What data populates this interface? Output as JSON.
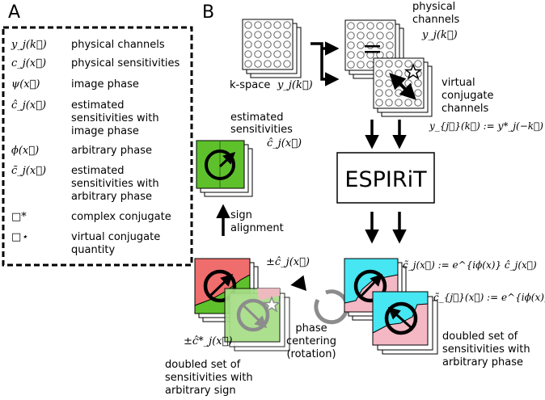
{
  "panel_a": {
    "letter": "A",
    "legend": [
      {
        "symbol": "y_j(k⃗)",
        "description": [
          "physical channels"
        ]
      },
      {
        "symbol": "c_j(x⃗)",
        "description": [
          "physical sensitivities"
        ]
      },
      {
        "symbol": "ψ(x⃗)",
        "description": [
          "image phase"
        ]
      },
      {
        "symbol": "ĉ_j(x⃗)",
        "description": [
          "estimated",
          "sensitivities with",
          "image phase"
        ]
      },
      {
        "symbol": "ϕ(x⃗)",
        "description": [
          "arbitrary phase"
        ]
      },
      {
        "symbol": "c̃_j(x⃗)",
        "description": [
          "estimated",
          "sensitivities with",
          "arbitrary phase"
        ]
      },
      {
        "symbol": "□*",
        "description": [
          "complex conjugate"
        ]
      },
      {
        "symbol": "□⋆",
        "description": [
          "virtual conjugate",
          "quantity"
        ]
      }
    ]
  },
  "panel_b": {
    "letter": "B",
    "kspace_label": "k-space",
    "kspace_symbol": "y_j(k⃗)",
    "physical_channels_label": [
      "physical",
      "channels"
    ],
    "physical_channels_symbol": "y_j(k⃗)",
    "virtual_channels_label": [
      "virtual",
      "conjugate",
      "channels"
    ],
    "virtual_channels_equation": "y_{j⋆}(k⃗) := y*_j(−k⃗)",
    "espirit_label": "ESPIRiT",
    "estimated_label": [
      "estimated",
      "sensitivities"
    ],
    "estimated_symbol": "ĉ_j(x⃗)",
    "sign_alignment_label": [
      "sign",
      "alignment"
    ],
    "pm_c_hat": "±ĉ_j(x⃗)",
    "pm_c_hat_conj": "±ĉ*_j(x⃗)",
    "phase_centering_label": [
      "phase",
      "centering",
      "(rotation)"
    ],
    "c_tilde_equation": "c̃_j(x⃗) := e^{iϕ(x)} ĉ_j(x⃗)",
    "c_tilde_star_equation": "c̃_{j⋆}(x⃗) := e^{iϕ(x)} ĉ_{j⋆}(x⃗)",
    "doubled_sign_label": [
      "doubled set of",
      "sensitivities with",
      "arbitrary sign"
    ],
    "doubled_phase_label": [
      "doubled set of",
      "sensitivities with",
      "arbitrary phase"
    ]
  },
  "colors": {
    "green": "#5ec12c",
    "red": "#f06d6d",
    "pink": "#f4b7c4",
    "light_green": "#a6de86",
    "cyan": "#46e6f2",
    "gray": "#8c8c8c"
  }
}
